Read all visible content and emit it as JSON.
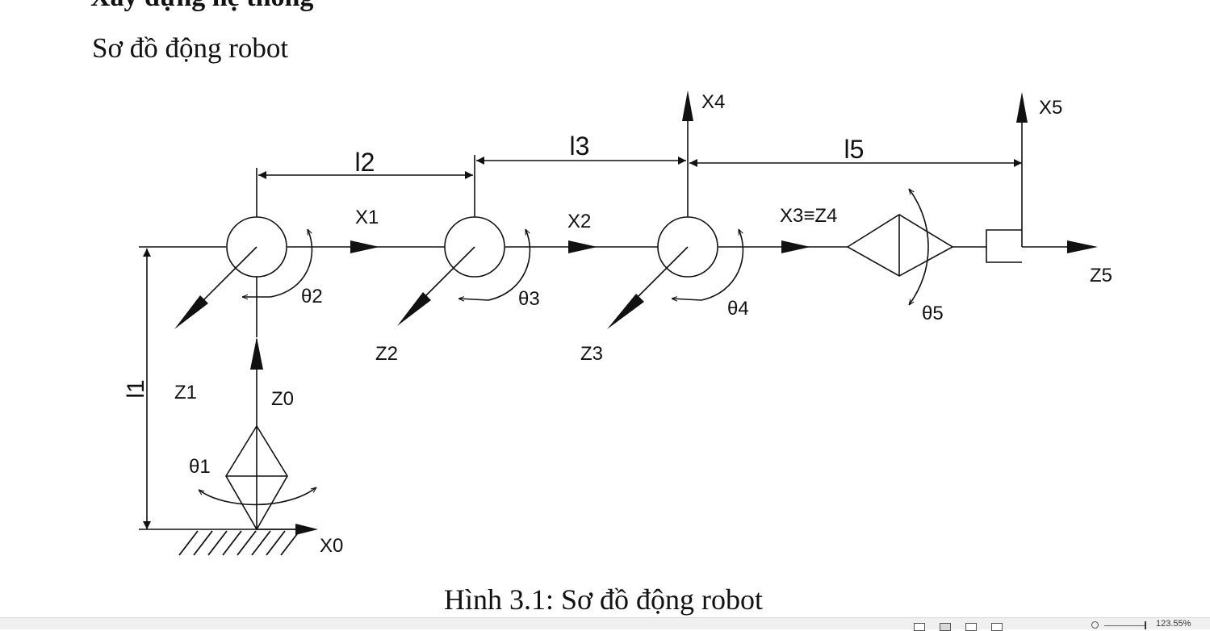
{
  "document": {
    "partial_heading": "Xây dựng hệ thống",
    "section_title": "Sơ đồ động robot",
    "figure_caption": "Hình 3.1: Sơ đồ động robot"
  },
  "diagram": {
    "length_labels": {
      "l1": "l1",
      "l2": "l2",
      "l3": "l3",
      "l5": "l5"
    },
    "axis_labels": {
      "x0": "X0",
      "x1": "X1",
      "x2": "X2",
      "x3z4": "X3≡Z4",
      "x4": "X4",
      "x5": "X5",
      "z0": "Z0",
      "z1": "Z1",
      "z2": "Z2",
      "z3": "Z3",
      "z5": "Z5"
    },
    "joint_labels": {
      "t1": "θ1",
      "t2": "θ2",
      "t3": "θ3",
      "t4": "θ4",
      "t5": "θ5"
    }
  },
  "statusbar": {
    "zoom_level": "123.55%"
  }
}
